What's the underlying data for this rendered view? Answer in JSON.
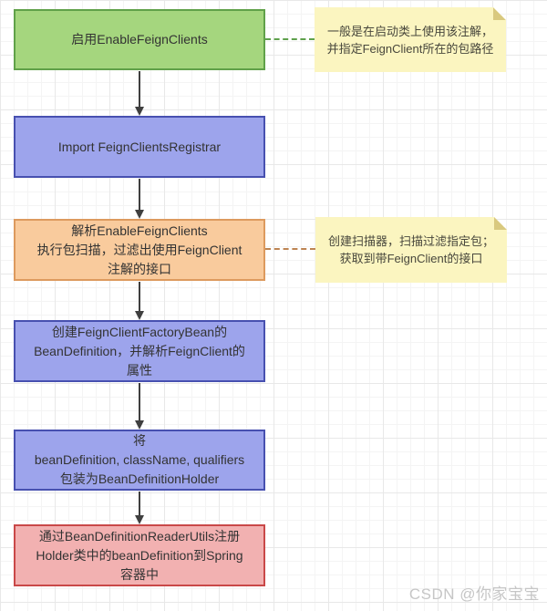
{
  "nodes": [
    {
      "id": "enable-feign-clients",
      "label": "启用EnableFeignClients",
      "color": "#a5d67e",
      "border": "#60a149",
      "shape": "rect"
    },
    {
      "id": "import-registrar",
      "label": "Import FeignClientsRegistrar",
      "color": "#9da4ec",
      "border": "#4750b0",
      "shape": "rect"
    },
    {
      "id": "parse-enable-feign-clients",
      "label": "解析EnableFeignClients\n执行包扫描，过滤出使用FeignClient\n注解的接口",
      "color": "#f9cb9d",
      "border": "#dd9a5e",
      "shape": "rect"
    },
    {
      "id": "create-bean-definition",
      "label": "创建FeignClientFactoryBean的\nBeanDefinition，并解析FeignClient的\n属性",
      "color": "#9da4ec",
      "border": "#4750b0",
      "shape": "rect"
    },
    {
      "id": "wrap-holder",
      "label": "将\nbeanDefinition, className, qualifiers\n包装为BeanDefinitionHolder",
      "color": "#9da4ec",
      "border": "#4750b0",
      "shape": "rect"
    },
    {
      "id": "register-to-spring",
      "label": "通过BeanDefinitionReaderUtils注册\nHolder类中的beanDefinition到Spring\n容器中",
      "color": "#f2b1b1",
      "border": "#c94848",
      "shape": "rect"
    }
  ],
  "notes": [
    {
      "id": "note-enable",
      "text": "一般是在启动类上使用该注解，\n并指定FeignClient所在的包路径",
      "fill": "#fbf5c0",
      "fold": "#d9c97f",
      "connector_color": "#5fa14c",
      "attached_to": "启用EnableFeignClients"
    },
    {
      "id": "note-scanner",
      "text": "创建扫描器，扫描过滤指定包；\n获取到带FeignClient的接口",
      "fill": "#fbf5c0",
      "fold": "#d9c97f",
      "connector_color": "#bd8452",
      "attached_to": "解析EnableFeignClients"
    }
  ],
  "connectors": {
    "arrow_color": "#3f3f3f",
    "flow": [
      "enable-feign-clients → import-registrar",
      "import-registrar → parse-enable-feign-clients",
      "parse-enable-feign-clients → create-bean-definition",
      "create-bean-definition → wrap-holder",
      "wrap-holder → register-to-spring"
    ]
  },
  "watermark": "CSDN @你家宝宝"
}
